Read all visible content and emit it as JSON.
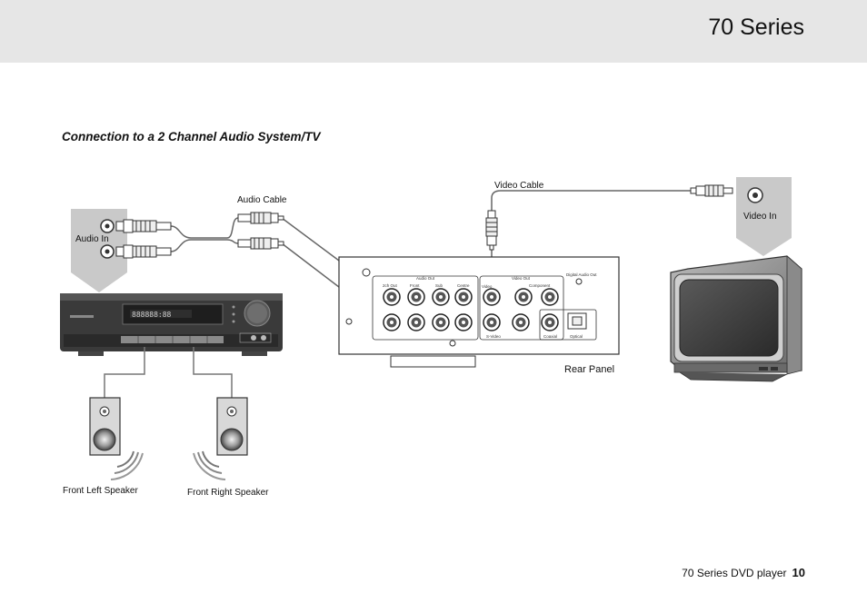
{
  "header": {
    "title": "70 Series"
  },
  "section": {
    "title": "Connection to a 2 Channel Audio System/TV"
  },
  "diagram": {
    "labels": {
      "audio_in": "Audio In",
      "audio_cable": "Audio Cable",
      "video_cable": "Video Cable",
      "video_in": "Video In",
      "rear_panel": "Rear Panel",
      "front_left_speaker": "Front Left Speaker",
      "front_right_speaker": "Front Right Speaker"
    },
    "panel_labels": {
      "audio_out": "Audio Out",
      "two_ch_out": "2ch Out",
      "front": "Front",
      "sub": "Sub",
      "centre": "Centre",
      "video_out": "Video Out",
      "component": "Component",
      "video": "Video",
      "svideo": "S-Video",
      "digital_audio_out": "Digital Audio Out",
      "coaxial": "Coaxial",
      "optical": "Optical"
    },
    "colors": {
      "band": "#e6e6e6",
      "device_dark": "#3a3a3a",
      "cable": "#666666"
    }
  },
  "footer": {
    "doc_name": "70 Series DVD player",
    "page_number": "10"
  }
}
